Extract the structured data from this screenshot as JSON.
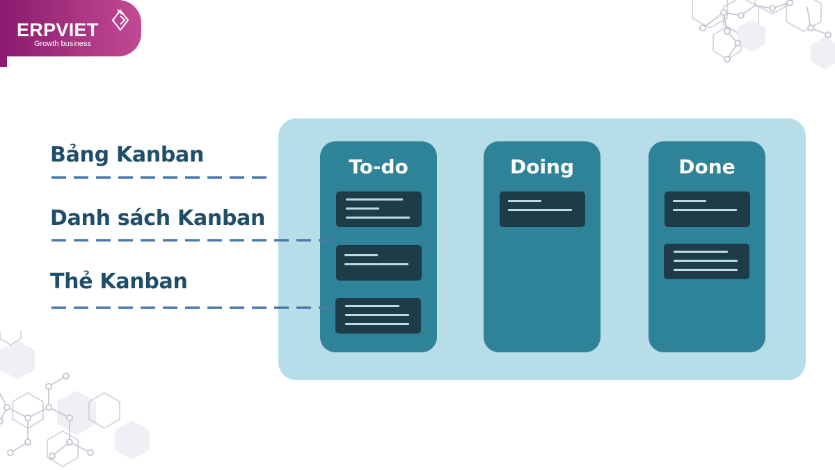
{
  "brand": {
    "name": "ERPVIET",
    "tagline": "Growth business",
    "gradient_start": "#8a1b6e",
    "gradient_end": "#c24a94"
  },
  "labels": {
    "board": "Bảng Kanban",
    "list": "Danh sách Kanban",
    "card": "Thẻ Kanban"
  },
  "columns": [
    {
      "title": "To-do",
      "cards": 3
    },
    {
      "title": "Doing",
      "cards": 1
    },
    {
      "title": "Done",
      "cards": 2
    }
  ],
  "colors": {
    "board_bg": "#b6dde8",
    "column_bg": "#2f8399",
    "card_bg": "#1e3b48",
    "card_line": "#b6dde8",
    "label_text": "#1f4e6b",
    "dash": "#4a78ad",
    "hex_pattern": "#c5c9d6"
  }
}
